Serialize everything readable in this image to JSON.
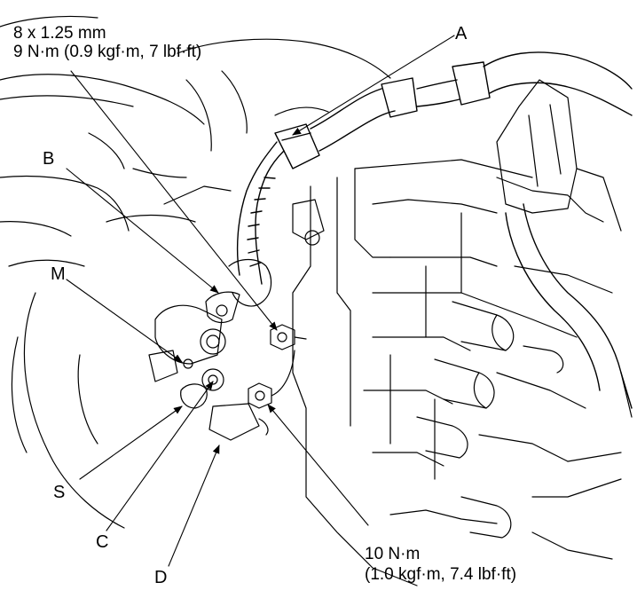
{
  "torque_top": {
    "line1": "8 x 1.25 mm",
    "line2": "9 N·m (0.9 kgf·m, 7 lbf·ft)"
  },
  "torque_bottom": {
    "line1": "10 N·m",
    "line2": "(1.0 kgf·m, 7.4 lbf·ft)"
  },
  "callouts": {
    "a": "A",
    "b": "B",
    "m": "M",
    "s": "S",
    "c": "C",
    "d": "D"
  },
  "colors": {
    "line": "#000000",
    "background": "#ffffff"
  }
}
